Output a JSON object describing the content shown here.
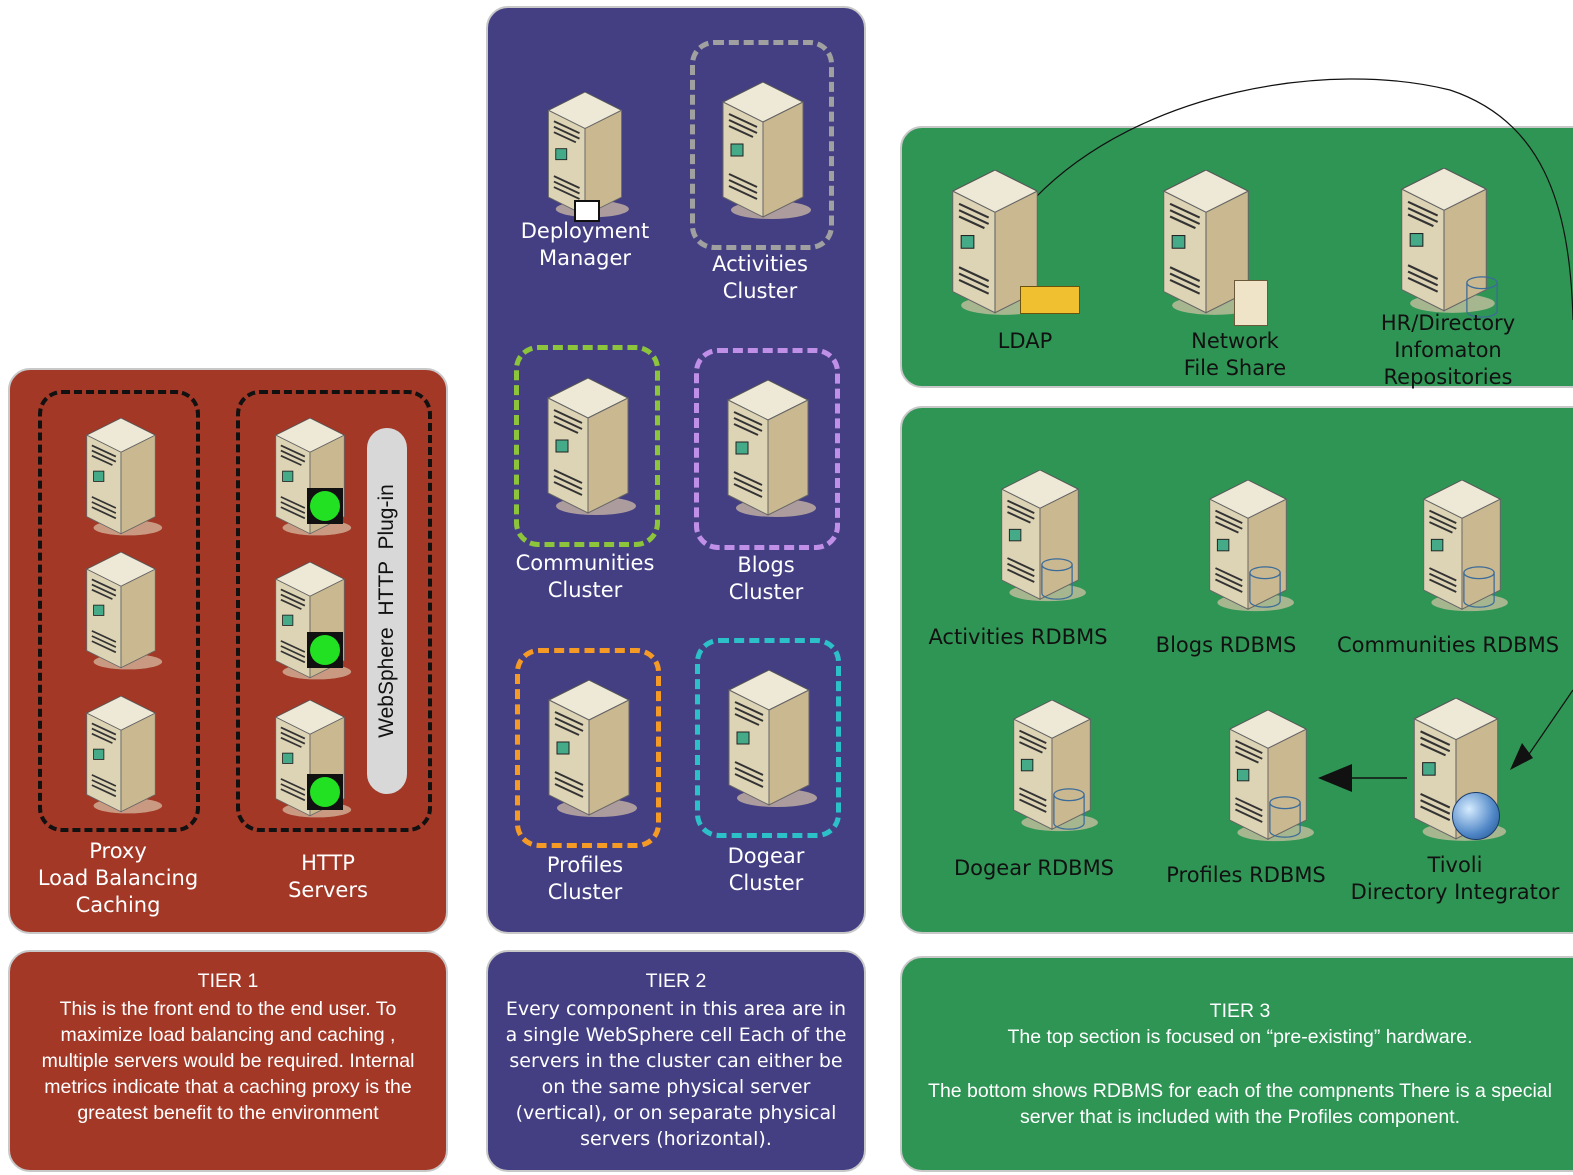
{
  "tier1": {
    "proxy_label": "Proxy\nLoad Balancing\nCaching",
    "http_label": "HTTP\nServers",
    "plugin_label": "WebSphere  HTTP  Plug-in",
    "desc_title": "TIER 1",
    "desc_text": "This is the front end to the end user.  To maximize load balancing and caching , multiple servers would be required. Internal metrics indicate that a caching proxy is the greatest benefit to the environment"
  },
  "tier2": {
    "deployment_manager": "Deployment\nManager",
    "activities_cluster": "Activities\nCluster",
    "communities_cluster": "Communities\nCluster",
    "blogs_cluster": "Blogs\nCluster",
    "profiles_cluster": "Profiles\nCluster",
    "dogear_cluster": "Dogear\nCluster",
    "desc_title": "TIER 2",
    "desc_text": "Every component in this area are in a single WebSphere cell  Each of the servers in the cluster can either be on the same physical server (vertical), or on separate physical servers (horizontal)."
  },
  "tier3": {
    "ldap": "LDAP",
    "network_file_share": "Network\nFile Share",
    "hr_directory": "HR/Directory\nInfomaton\nRepositories",
    "activities_rdbms": "Activities RDBMS",
    "blogs_rdbms": "Blogs RDBMS",
    "communities_rdbms": "Communities RDBMS",
    "dogear_rdbms": "Dogear RDBMS",
    "profiles_rdbms": "Profiles RDBMS",
    "tivoli": "Tivoli\nDirectory Integrator",
    "desc_title": "TIER 3",
    "desc_line1": "The top section is focused on “pre-existing” hardware.",
    "desc_line2": "The bottom shows RDBMS for each of the compnents  There is a special server that is included with the Profiles component."
  },
  "colors": {
    "tier1": "#a33827",
    "tier2": "#443f83",
    "tier3": "#2f9555",
    "communities": "#8cc43c",
    "blogs": "#c08fe8",
    "profiles": "#f59a24",
    "dogear": "#2cc0c8",
    "activities": "#a0a0a0",
    "status_green": "#22e022"
  },
  "icons": [
    "server-icon",
    "database-icon",
    "folder-icon",
    "document-icon",
    "globe-icon",
    "status-light-icon"
  ]
}
